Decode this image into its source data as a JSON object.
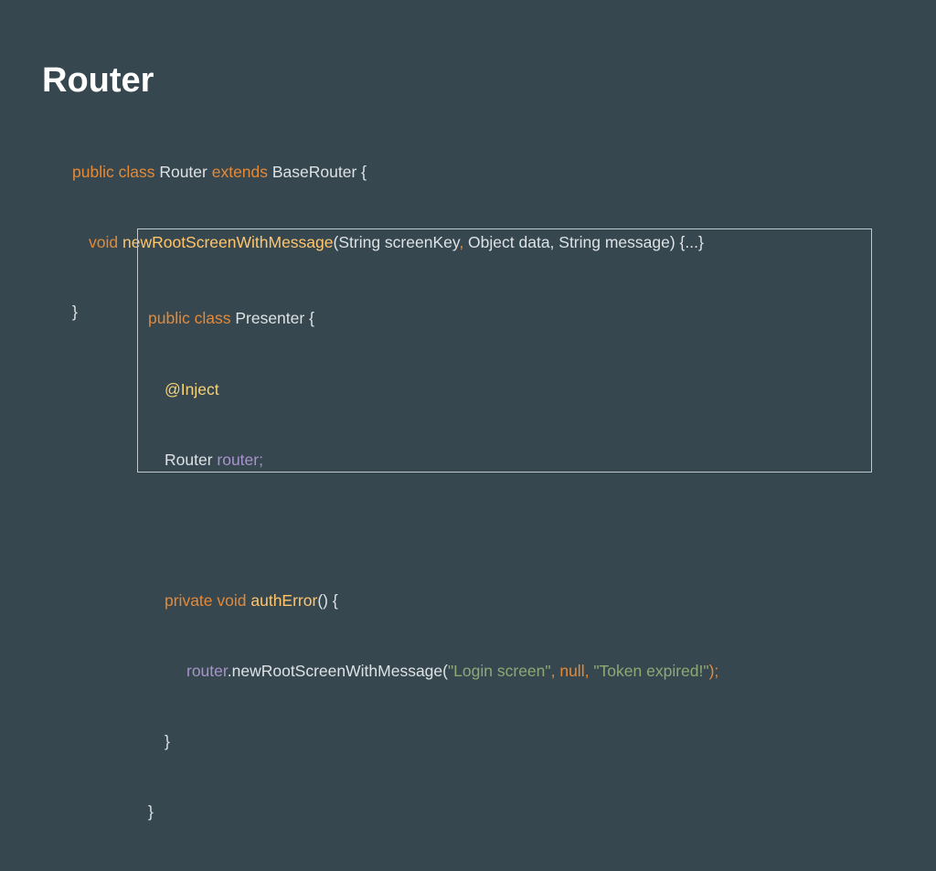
{
  "slide": {
    "title": "Router"
  },
  "snippet_top": {
    "l1_kw1": "public class",
    "l1_name": " Router ",
    "l1_kw2": "extends",
    "l1_rest": " BaseRouter {",
    "l2_kw": "void",
    "l2_sp": " ",
    "l2_fn": "newRootScreenWithMessage",
    "l2_args1": "(String screenKey",
    "l2_comma": ",",
    "l2_args2": " Object data, String message) {...}",
    "l3": "}"
  },
  "snippet_box": {
    "l1_kw": "public class",
    "l1_rest": " Presenter {",
    "l2_ann": "@Inject",
    "l3_type": "Router ",
    "l3_field": "router;",
    "l5_kw": "private void",
    "l5_sp": " ",
    "l5_fn": "authError",
    "l5_rest": "() {",
    "l6_field": "router",
    "l6_call": ".newRootScreenWithMessage(",
    "l6_str1": "\"Login screen\"",
    "l6_c1": ", ",
    "l6_null": "null",
    "l6_c2": ", ",
    "l6_str2": "\"Token expired!\"",
    "l6_end": ");",
    "l7": "}",
    "l8": "}"
  }
}
